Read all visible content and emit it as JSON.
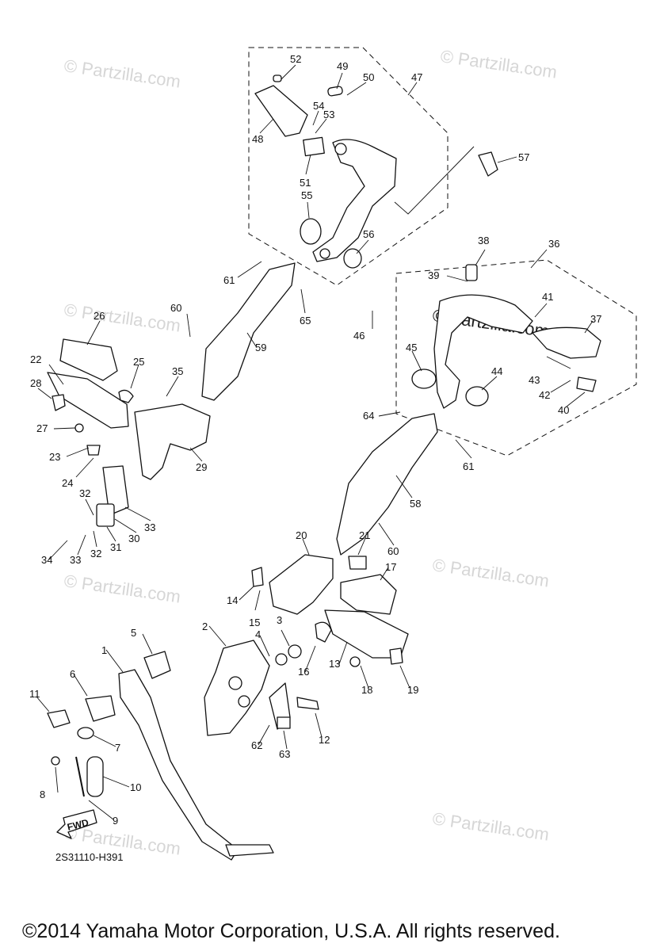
{
  "diagram": {
    "drawing_code": "2S31110-H391",
    "copyright": "©2014 Yamaha Motor Corporation, U.S.A. All rights reserved.",
    "watermark_text": "© Partzilla.com",
    "fwd_label": "FWD",
    "callouts": [
      "1",
      "2",
      "3",
      "4",
      "5",
      "6",
      "7",
      "8",
      "9",
      "10",
      "11",
      "12",
      "13",
      "14",
      "15",
      "16",
      "17",
      "18",
      "19",
      "20",
      "21",
      "22",
      "23",
      "24",
      "25",
      "26",
      "27",
      "28",
      "29",
      "30",
      "31",
      "32",
      "32",
      "33",
      "33",
      "34",
      "35",
      "36",
      "37",
      "38",
      "39",
      "40",
      "41",
      "42",
      "43",
      "44",
      "45",
      "46",
      "47",
      "48",
      "49",
      "50",
      "51",
      "52",
      "53",
      "54",
      "55",
      "56",
      "57",
      "58",
      "59",
      "60",
      "60",
      "61",
      "61",
      "62",
      "63",
      "64",
      "65"
    ],
    "colors": {
      "ink": "#111111",
      "watermark": "#d6d6d6",
      "background": "#ffffff"
    }
  }
}
